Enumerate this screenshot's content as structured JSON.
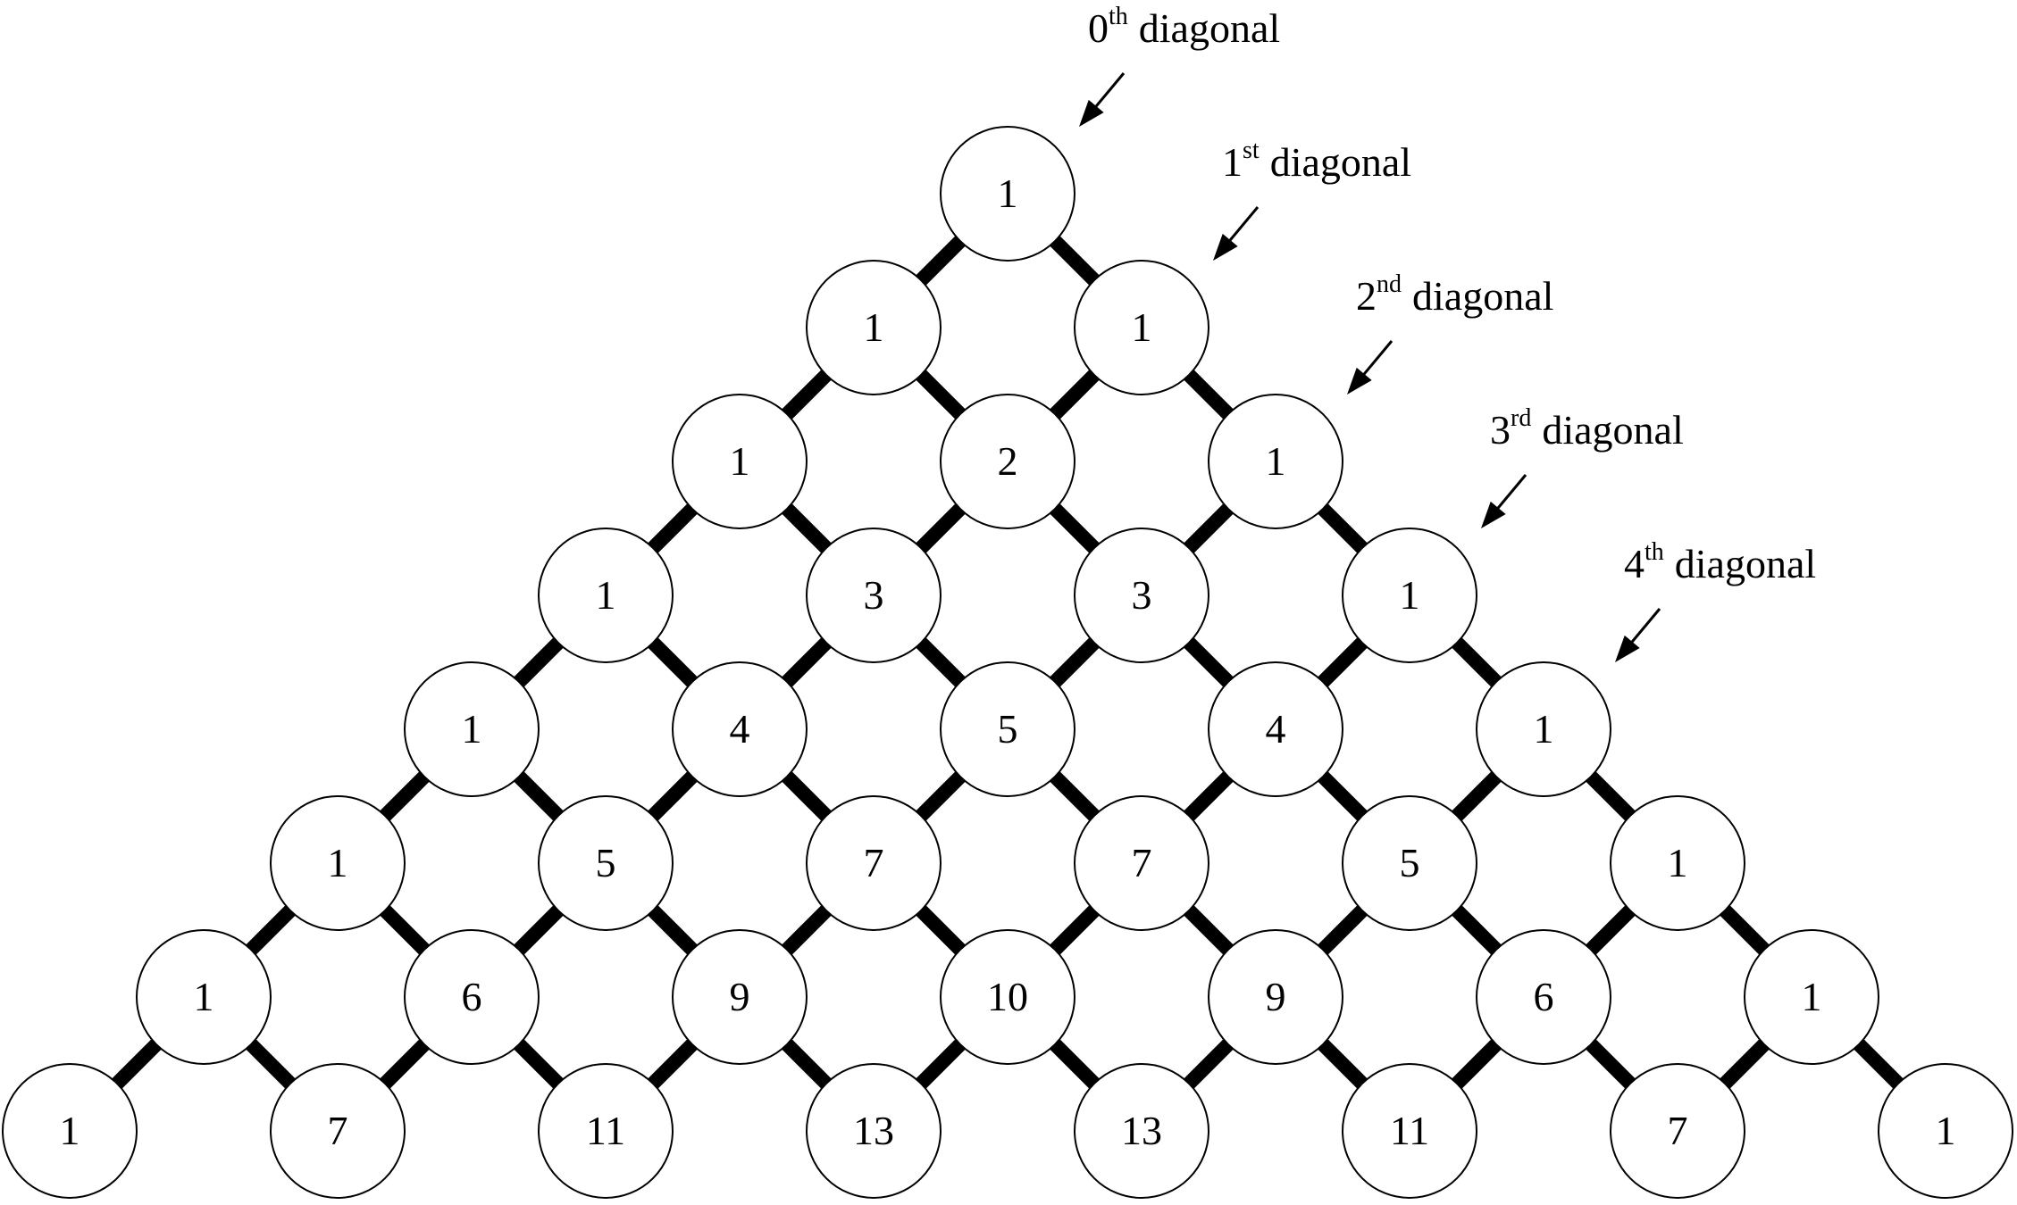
{
  "rows": [
    [
      "1"
    ],
    [
      "1",
      "1"
    ],
    [
      "1",
      "2",
      "1"
    ],
    [
      "1",
      "3",
      "3",
      "1"
    ],
    [
      "1",
      "4",
      "5",
      "4",
      "1"
    ],
    [
      "1",
      "5",
      "7",
      "7",
      "5",
      "1"
    ],
    [
      "1",
      "6",
      "9",
      "10",
      "9",
      "6",
      "1"
    ],
    [
      "1",
      "7",
      "11",
      "13",
      "13",
      "11",
      "7",
      "1"
    ]
  ],
  "diagonal_labels": [
    {
      "num": "0",
      "sup": "th",
      "text": "diagonal"
    },
    {
      "num": "1",
      "sup": "st",
      "text": "diagonal"
    },
    {
      "num": "2",
      "sup": "nd",
      "text": "diagonal"
    },
    {
      "num": "3",
      "sup": "rd",
      "text": "diagonal"
    },
    {
      "num": "4",
      "sup": "th",
      "text": "diagonal"
    }
  ],
  "colors": {
    "stroke": "#000000",
    "fill": "#ffffff"
  }
}
